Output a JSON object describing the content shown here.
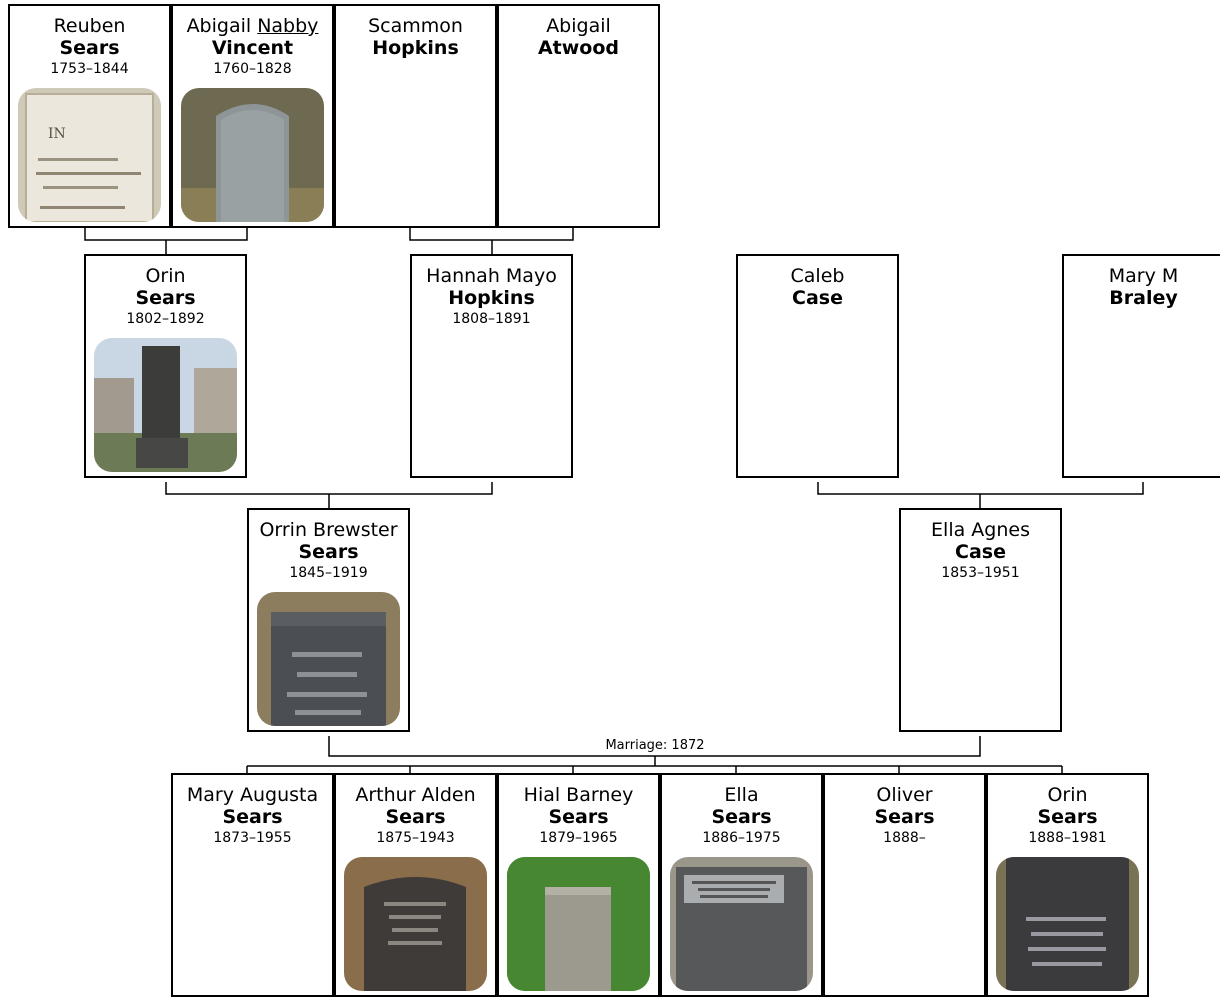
{
  "people": {
    "reuben": {
      "given": "Reuben",
      "nick": "",
      "surname": "Sears",
      "years": "1753–1844",
      "photo": "headstone-photo"
    },
    "abigail_vincent": {
      "given": "Abigail ",
      "nick": "Nabby",
      "surname": "Vincent",
      "years": "1760–1828",
      "photo": "headstone-photo"
    },
    "scammon": {
      "given": "Scammon",
      "nick": "",
      "surname": "Hopkins",
      "years": "",
      "photo": ""
    },
    "abigail_atwood": {
      "given": "Abigail",
      "nick": "",
      "surname": "Atwood",
      "years": "",
      "photo": ""
    },
    "orin_sr": {
      "given": "Orin",
      "nick": "",
      "surname": "Sears",
      "years": "1802–1892",
      "photo": "headstone-photo"
    },
    "hannah": {
      "given": "Hannah Mayo",
      "nick": "",
      "surname": "Hopkins",
      "years": "1808–1891",
      "photo": ""
    },
    "caleb": {
      "given": "Caleb",
      "nick": "",
      "surname": "Case",
      "years": "",
      "photo": ""
    },
    "mary_braley": {
      "given": "Mary M",
      "nick": "",
      "surname": "Braley",
      "years": "",
      "photo": ""
    },
    "orrin_brewster": {
      "given": "Orrin Brewster",
      "nick": "",
      "surname": "Sears",
      "years": "1845–1919",
      "photo": "headstone-photo"
    },
    "ella_agnes": {
      "given": "Ella Agnes",
      "nick": "",
      "surname": "Case",
      "years": "1853–1951",
      "photo": ""
    },
    "mary_augusta": {
      "given": "Mary Augusta",
      "nick": "",
      "surname": "Sears",
      "years": "1873–1955",
      "photo": ""
    },
    "arthur": {
      "given": "Arthur Alden",
      "nick": "",
      "surname": "Sears",
      "years": "1875–1943",
      "photo": "headstone-photo"
    },
    "hial": {
      "given": "Hial Barney",
      "nick": "",
      "surname": "Sears",
      "years": "1879–1965",
      "photo": "headstone-photo"
    },
    "ella": {
      "given": "Ella",
      "nick": "",
      "surname": "Sears",
      "years": "1886–1975",
      "photo": "headstone-photo"
    },
    "oliver": {
      "given": "Oliver",
      "nick": "",
      "surname": "Sears",
      "years": "1888–",
      "photo": ""
    },
    "orin_jr": {
      "given": "Orin",
      "nick": "",
      "surname": "Sears",
      "years": "1888–1981",
      "photo": "headstone-photo"
    }
  },
  "marriage_label": "Marriage: 1872",
  "colors": {
    "box_border": "#000000",
    "line": "#000000",
    "background": "#ffffff"
  }
}
